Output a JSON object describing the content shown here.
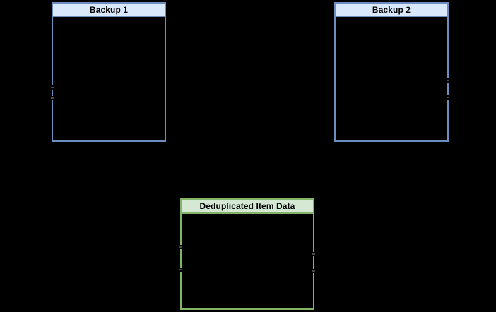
{
  "diagram": {
    "background": "#000000",
    "nodes": {
      "backup1": {
        "label": "Backup 1",
        "header_fill": "#dae8fc",
        "border": "#6c8ebf",
        "text_color": "#000000"
      },
      "backup2": {
        "label": "Backup 2",
        "header_fill": "#dae8fc",
        "border": "#6c8ebf",
        "text_color": "#000000"
      },
      "dedup": {
        "label": "Deduplicated Item Data",
        "header_fill": "#d5e8d4",
        "border": "#82b366",
        "text_color": "#000000"
      }
    }
  }
}
